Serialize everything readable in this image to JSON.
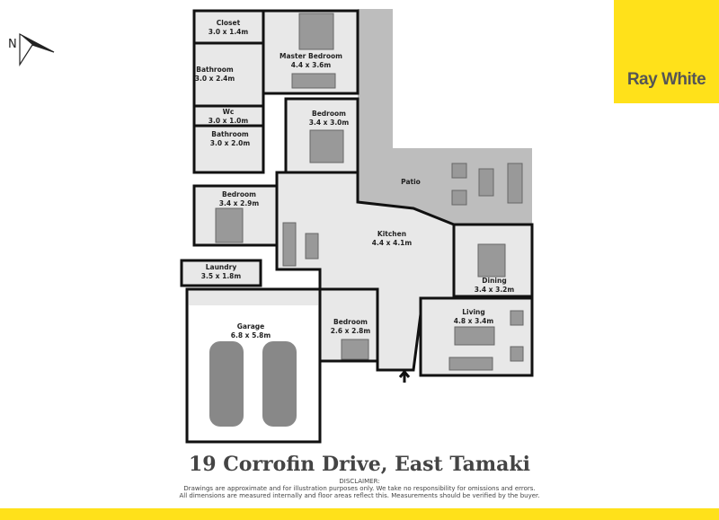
{
  "address": "19 Corrofin Drive, East Tamaki",
  "brand": {
    "name": "Ray White",
    "color": "#ffe11a"
  },
  "compass": {
    "label": "N"
  },
  "disclaimer": {
    "heading": "DISCLAIMER:",
    "line1": "Drawings are approximate and for illustration purposes only. We take no responsibility for omissions and errors.",
    "line2": "All dimensions are measured internally and floor areas reflect this. Measurements should be verified by the buyer."
  },
  "rooms": [
    {
      "name": "Closet",
      "size": "3.0 x 1.4m"
    },
    {
      "name": "Master Bedroom",
      "size": "4.4 x 3.6m"
    },
    {
      "name": "Bathroom",
      "size": "3.0 x 2.4m"
    },
    {
      "name": "Wc",
      "size": "3.0 x 1.0m"
    },
    {
      "name": "Bedroom",
      "size": "3.4 x 3.0m"
    },
    {
      "name": "Bathroom",
      "size": "3.0 x 2.0m"
    },
    {
      "name": "Patio",
      "size": ""
    },
    {
      "name": "Bedroom",
      "size": "3.4 x 2.9m"
    },
    {
      "name": "Kitchen",
      "size": "4.4 x 4.1m"
    },
    {
      "name": "Laundry",
      "size": "3.5 x 1.8m"
    },
    {
      "name": "Dining",
      "size": "3.4 x 3.2m"
    },
    {
      "name": "Garage",
      "size": "6.8 x 5.8m"
    },
    {
      "name": "Living",
      "size": "4.8 x 3.4m"
    },
    {
      "name": "Bedroom",
      "size": "2.6 x 2.8m"
    }
  ]
}
